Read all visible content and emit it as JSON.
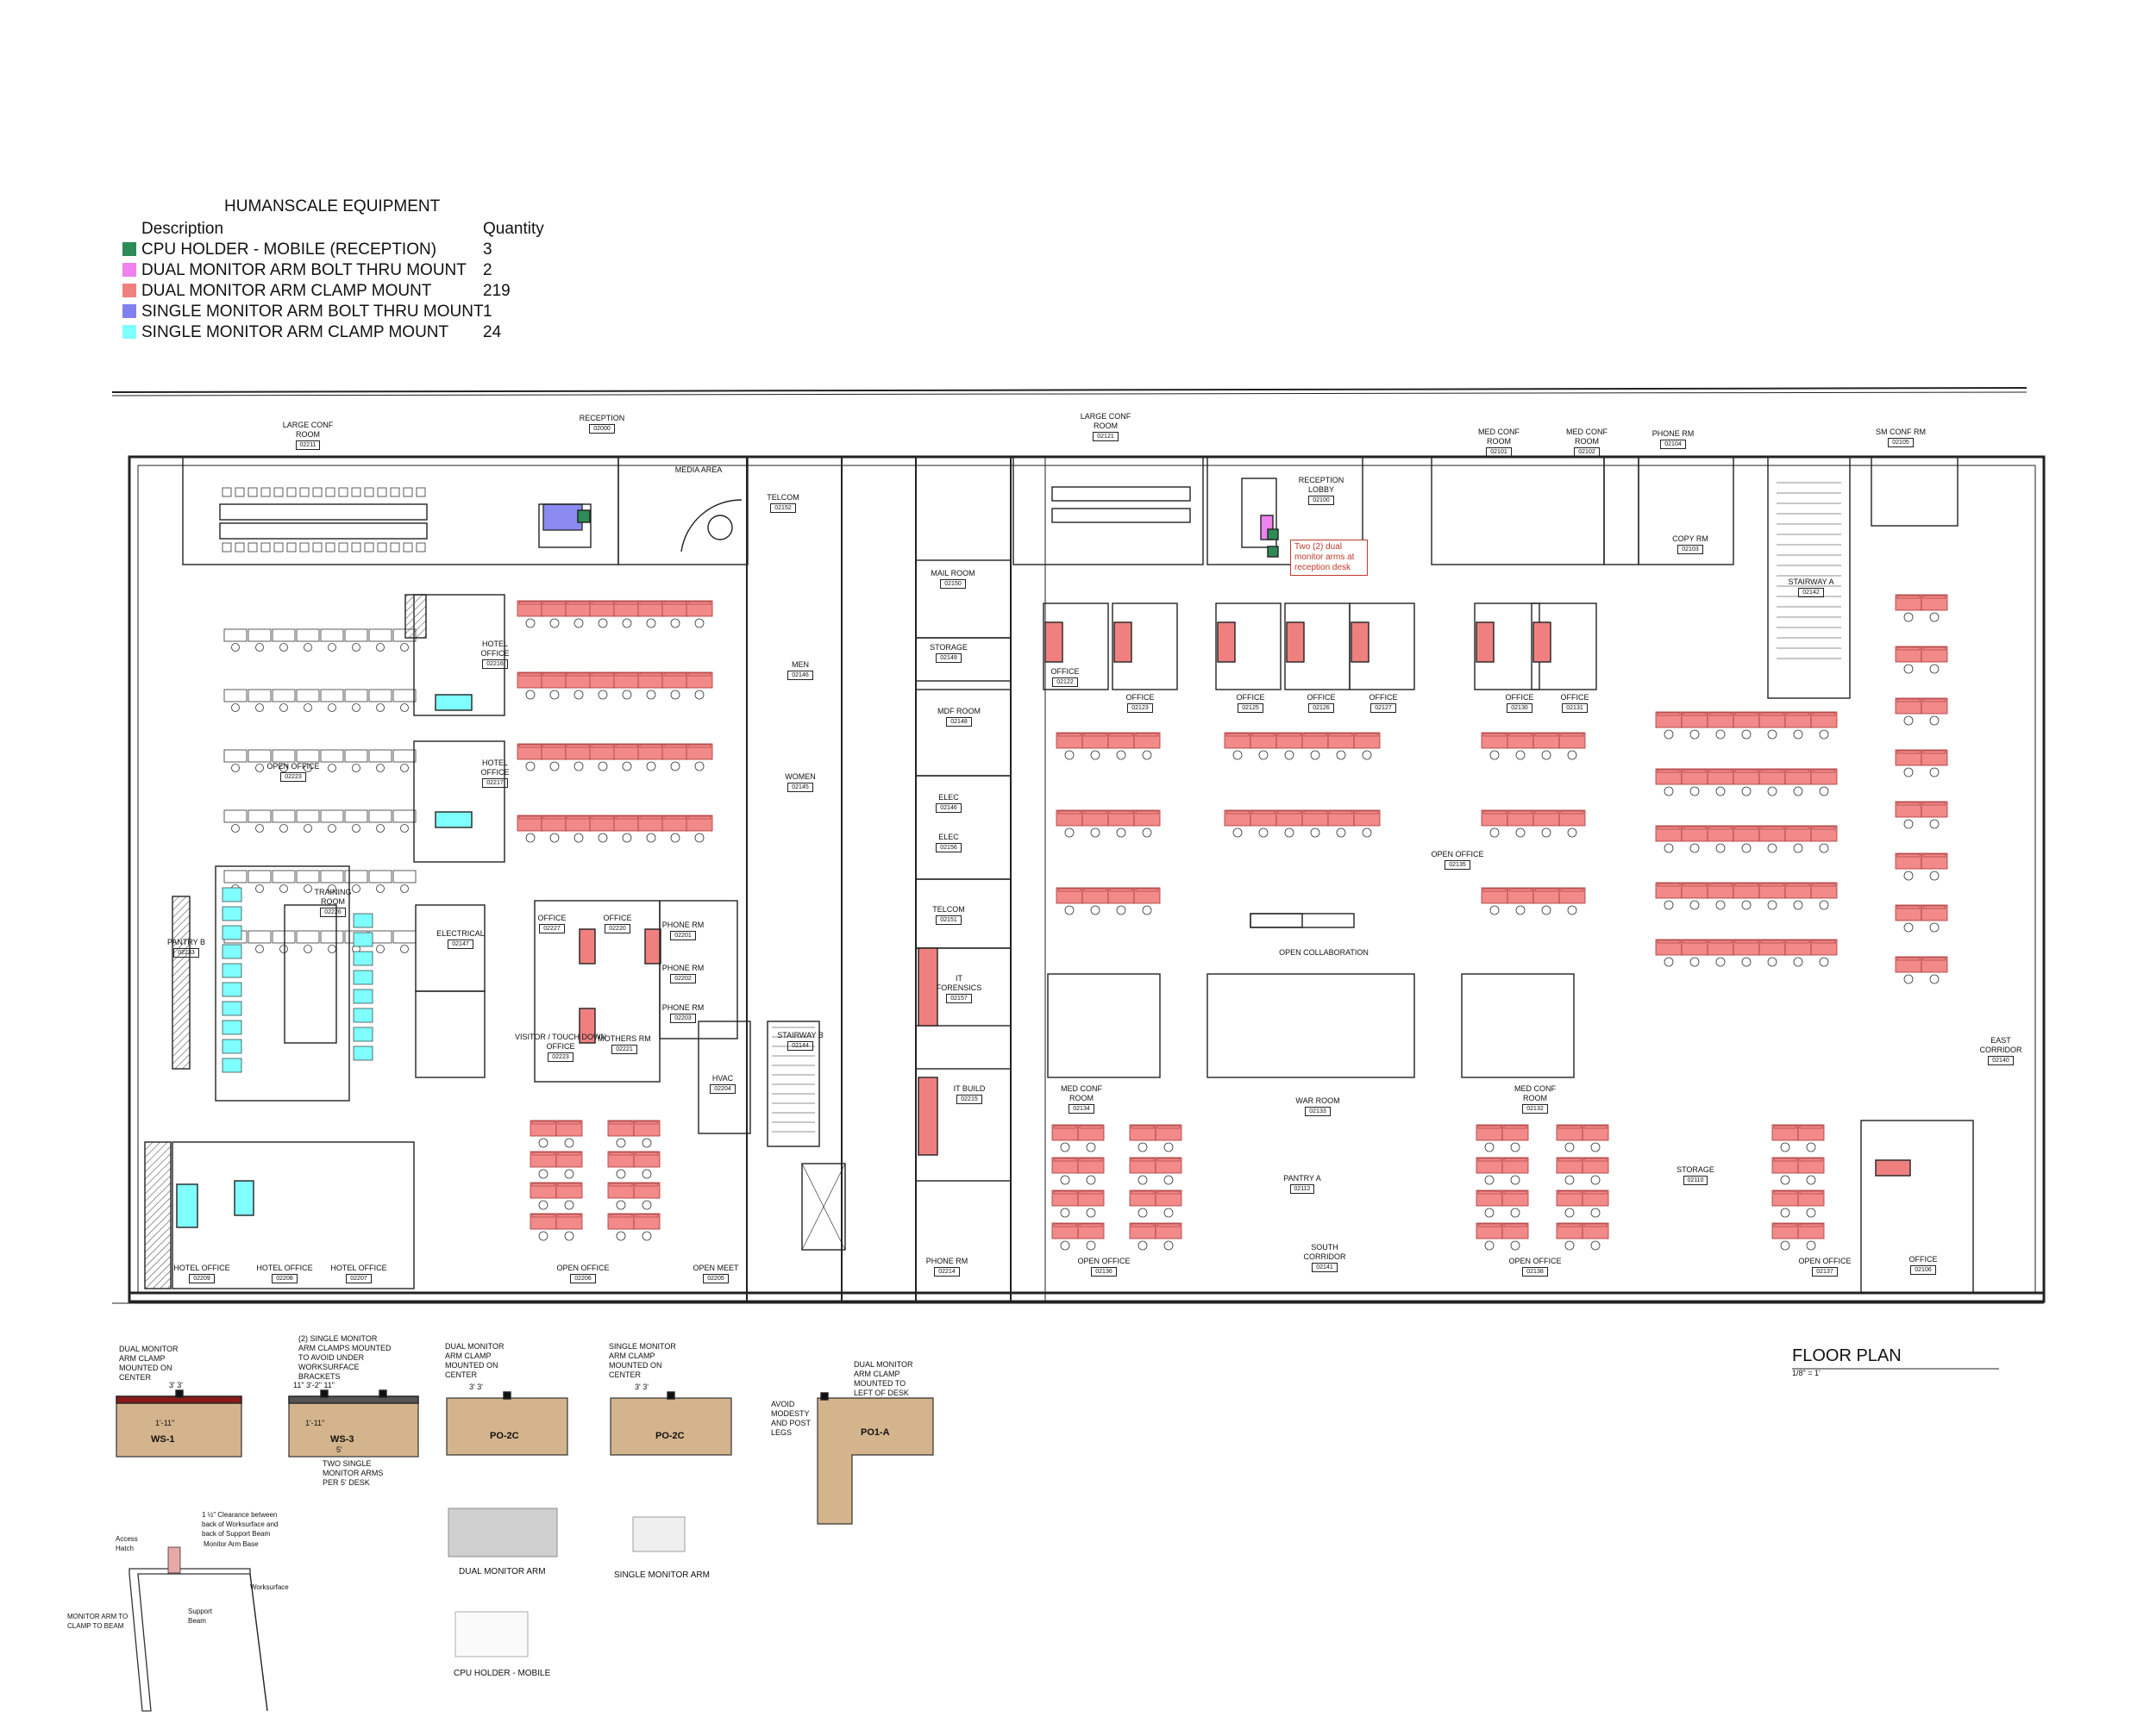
{
  "legend": {
    "title": "HUMANSCALE EQUIPMENT",
    "col_description": "Description",
    "col_quantity": "Quantity",
    "items": [
      {
        "label": "CPU HOLDER - MOBILE (RECEPTION)",
        "quantity": "3",
        "color": "#2e8b57"
      },
      {
        "label": "DUAL MONITOR ARM BOLT THRU MOUNT",
        "quantity": "2",
        "color": "#ee82ee"
      },
      {
        "label": "DUAL MONITOR ARM CLAMP MOUNT",
        "quantity": "219",
        "color": "#f08080"
      },
      {
        "label": "SINGLE MONITOR ARM BOLT THRU MOUNT",
        "quantity": "1",
        "color": "#8080ee"
      },
      {
        "label": "SINGLE MONITOR ARM CLAMP MOUNT",
        "quantity": "24",
        "color": "#7fffff"
      }
    ]
  },
  "rooms": [
    {
      "name": "LARGE CONF\nROOM",
      "num": "02211"
    },
    {
      "name": "RECEPTION",
      "num": "02000"
    },
    {
      "name": "MEDIA AREA",
      "num": ""
    },
    {
      "name": "TELCOM",
      "num": "02152"
    },
    {
      "name": "LARGE CONF\nROOM",
      "num": "02121"
    },
    {
      "name": "RECEPTION\nLOBBY",
      "num": "02100"
    },
    {
      "name": "MED CONF\nROOM",
      "num": "02101"
    },
    {
      "name": "MED CONF\nROOM",
      "num": "02102"
    },
    {
      "name": "PHONE RM",
      "num": "02104"
    },
    {
      "name": "SM CONF RM",
      "num": "02105"
    },
    {
      "name": "COPY RM",
      "num": "02103"
    },
    {
      "name": "STAIRWAY A",
      "num": "02142"
    },
    {
      "name": "HOTEL\nOFFICE",
      "num": "02216"
    },
    {
      "name": "HOTEL\nOFFICE",
      "num": "02217"
    },
    {
      "name": "OPEN OFFICE",
      "num": "02223"
    },
    {
      "name": "MAIL ROOM",
      "num": "02150"
    },
    {
      "name": "STORAGE",
      "num": "02149"
    },
    {
      "name": "MEN",
      "num": "02146"
    },
    {
      "name": "MDF ROOM",
      "num": "02148"
    },
    {
      "name": "WOMEN",
      "num": "02145"
    },
    {
      "name": "ELEC",
      "num": "02146"
    },
    {
      "name": "ELEC",
      "num": "02156"
    },
    {
      "name": "TELCOM",
      "num": "02151"
    },
    {
      "name": "OFFICE",
      "num": "02122"
    },
    {
      "name": "OFFICE",
      "num": "02123"
    },
    {
      "name": "OFFICE",
      "num": "02125"
    },
    {
      "name": "OFFICE",
      "num": "02126"
    },
    {
      "name": "OFFICE",
      "num": "02127"
    },
    {
      "name": "OFFICE",
      "num": "02130"
    },
    {
      "name": "OFFICE",
      "num": "02131"
    },
    {
      "name": "OPEN OFFICE",
      "num": "02135"
    },
    {
      "name": "OPEN COLLABORATION",
      "num": ""
    },
    {
      "name": "TRAINING\nROOM",
      "num": "02226"
    },
    {
      "name": "PANTRY B",
      "num": "02233"
    },
    {
      "name": "ELECTRICAL",
      "num": "02147"
    },
    {
      "name": "OFFICE",
      "num": "02227"
    },
    {
      "name": "OFFICE",
      "num": "02220"
    },
    {
      "name": "PHONE RM",
      "num": "02201"
    },
    {
      "name": "PHONE RM",
      "num": "02202"
    },
    {
      "name": "PHONE RM",
      "num": "02203"
    },
    {
      "name": "MOTHERS RM",
      "num": "02221"
    },
    {
      "name": "VISITOR / TOUCH DOWN\nOFFICE",
      "num": "02223"
    },
    {
      "name": "HVAC",
      "num": "02204"
    },
    {
      "name": "STAIRWAY B",
      "num": "02144"
    },
    {
      "name": "IT\nFORENSICS",
      "num": "02157"
    },
    {
      "name": "IT BUILD",
      "num": "02215"
    },
    {
      "name": "MED CONF\nROOM",
      "num": "02134"
    },
    {
      "name": "WAR ROOM",
      "num": "02133"
    },
    {
      "name": "MED CONF\nROOM",
      "num": "02132"
    },
    {
      "name": "EAST\nCORRIDOR",
      "num": "02140"
    },
    {
      "name": "HOTEL OFFICE",
      "num": "02209"
    },
    {
      "name": "HOTEL OFFICE",
      "num": "02208"
    },
    {
      "name": "HOTEL OFFICE",
      "num": "02207"
    },
    {
      "name": "OPEN OFFICE",
      "num": "02206"
    },
    {
      "name": "OPEN MEET",
      "num": "02205"
    },
    {
      "name": "PHONE RM",
      "num": "02214"
    },
    {
      "name": "OPEN OFFICE",
      "num": "02136"
    },
    {
      "name": "PANTRY A",
      "num": "02112"
    },
    {
      "name": "SOUTH\nCORRIDOR",
      "num": "02141"
    },
    {
      "name": "OPEN OFFICE",
      "num": "02138"
    },
    {
      "name": "STORAGE",
      "num": "02110"
    },
    {
      "name": "OPEN OFFICE",
      "num": "02137"
    },
    {
      "name": "OFFICE",
      "num": "02106"
    }
  ],
  "callout_note": "Two (2) dual monitor arms at reception desk",
  "floor_plan_title": "FLOOR PLAN",
  "floor_plan_scale": "1/8\" = 1'",
  "details": {
    "ws1": {
      "note": "DUAL MONITOR\nARM CLAMP\nMOUNTED ON\nCENTER",
      "name": "WS-1",
      "dims": "3'   3'",
      "dim2": "1'-11\""
    },
    "ws3": {
      "note": "(2) SINGLE MONITOR\nARM CLAMPS MOUNTED\nTO AVOID UNDER\nWORKSURFACE\nBRACKETS",
      "name": "WS-3",
      "dims": "11\"  3'-2\"  11\"",
      "dim2": "1'-11\"",
      "dim3": "5'",
      "note2": "TWO SINGLE\nMONITOR ARMS\nPER 5' DESK"
    },
    "po2c_a": {
      "note": "DUAL MONITOR\nARM CLAMP\nMOUNTED ON\nCENTER",
      "name": "PO-2C",
      "dims": "3'   3'"
    },
    "po2c_b": {
      "note": "SINGLE MONITOR\nARM CLAMP\nMOUNTED ON\nCENTER",
      "name": "PO-2C",
      "dims": "3'   3'"
    },
    "po1a": {
      "note": "DUAL MONITOR\nARM CLAMP\nMOUNTED TO\nLEFT OF DESK",
      "name": "PO1-A",
      "side_note": "AVOID\nMODESTY\nAND POST\nLEGS"
    },
    "section": {
      "clearance": "1 ½\" Clearance between\nback of Worksurface and\nback of Support Beam",
      "access": "Access\nHatch",
      "base": "Monitor Arm Base",
      "worksurface": "Worksurface",
      "beam": "Support\nBeam",
      "clamp": "MONITOR ARM TO\nCLAMP TO BEAM"
    },
    "captions": {
      "dual": "DUAL MONITOR ARM",
      "single": "SINGLE MONITOR ARM",
      "cpu": "CPU HOLDER - MOBILE"
    }
  }
}
